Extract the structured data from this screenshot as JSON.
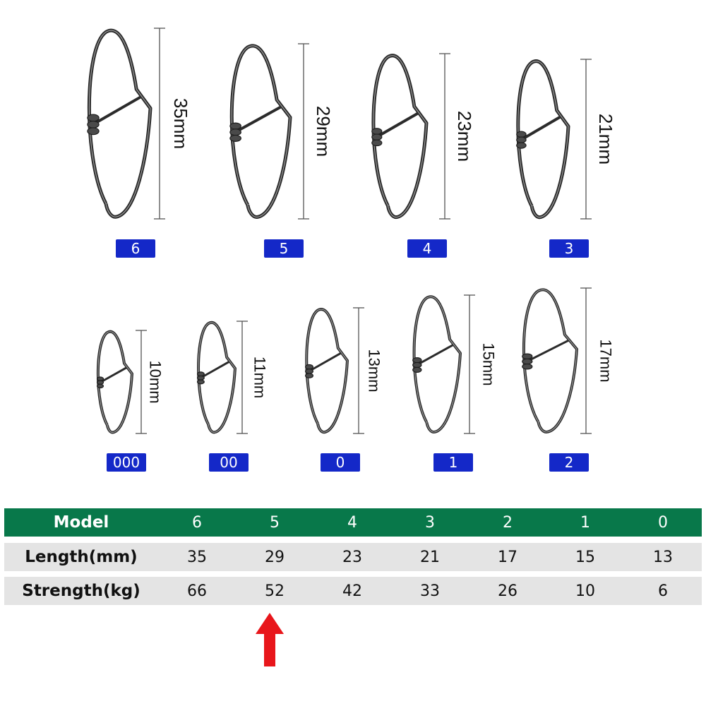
{
  "snaps": [
    {
      "size_label": "35mm",
      "model": "6",
      "length_mm": 35
    },
    {
      "size_label": "29mm",
      "model": "5",
      "length_mm": 29
    },
    {
      "size_label": "23mm",
      "model": "4",
      "length_mm": 23
    },
    {
      "size_label": "21mm",
      "model": "3",
      "length_mm": 21
    },
    {
      "size_label": "10mm",
      "model": "000",
      "length_mm": 10
    },
    {
      "size_label": "11mm",
      "model": "00",
      "length_mm": 11
    },
    {
      "size_label": "13mm",
      "model": "0",
      "length_mm": 13
    },
    {
      "size_label": "15mm",
      "model": "1",
      "length_mm": 15
    },
    {
      "size_label": "17mm",
      "model": "2",
      "length_mm": 17
    }
  ],
  "table": {
    "header_label": "Model",
    "models": [
      "6",
      "5",
      "4",
      "3",
      "2",
      "1",
      "0"
    ],
    "rows": [
      {
        "label": "Length(mm)",
        "values": [
          "35",
          "29",
          "23",
          "21",
          "17",
          "15",
          "13"
        ]
      },
      {
        "label": "Strength(kg)",
        "values": [
          "66",
          "52",
          "42",
          "33",
          "26",
          "10",
          "6"
        ]
      }
    ]
  },
  "colors": {
    "header_green": "#08784a",
    "row_gray": "#e4e4e4",
    "badge_blue": "#1428c8",
    "arrow_red": "#e8161b"
  },
  "indicator": {
    "icon": "up-arrow-icon",
    "points_to_model": "5"
  }
}
